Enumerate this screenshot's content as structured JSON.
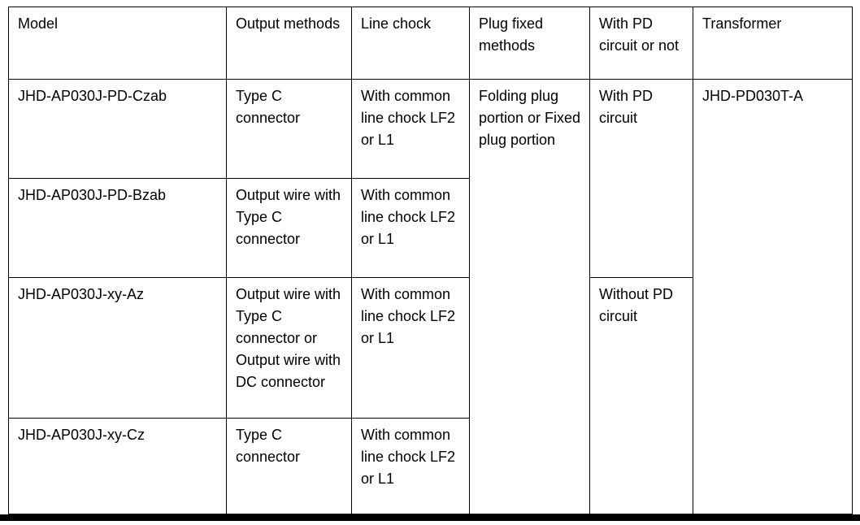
{
  "table": {
    "headers": [
      "Model",
      "Output methods",
      "Line chock",
      "Plug fixed methods",
      "With PD circuit or not",
      "Transformer"
    ],
    "rows": [
      {
        "model": "JHD-AP030J-PD-Czab",
        "output": "Type C connector",
        "chock": "With common line chock LF2 or L1"
      },
      {
        "model": "JHD-AP030J-PD-Bzab",
        "output": "Output wire with Type C connector",
        "chock": "With common line chock LF2 or L1"
      },
      {
        "model": "JHD-AP030J-xy-Az",
        "output": "Output wire with Type C connector or Output wire with DC connector",
        "chock": "With common line chock LF2 or L1"
      },
      {
        "model": "JHD-AP030J-xy-Cz",
        "output": "Type C connector",
        "chock": "With common line chock LF2 or L1"
      }
    ],
    "plug_fixed": "Folding plug portion or Fixed plug portion",
    "pd_with": "With PD circuit",
    "pd_without": "Without PD circuit",
    "transformer": "JHD-PD030T-A"
  }
}
